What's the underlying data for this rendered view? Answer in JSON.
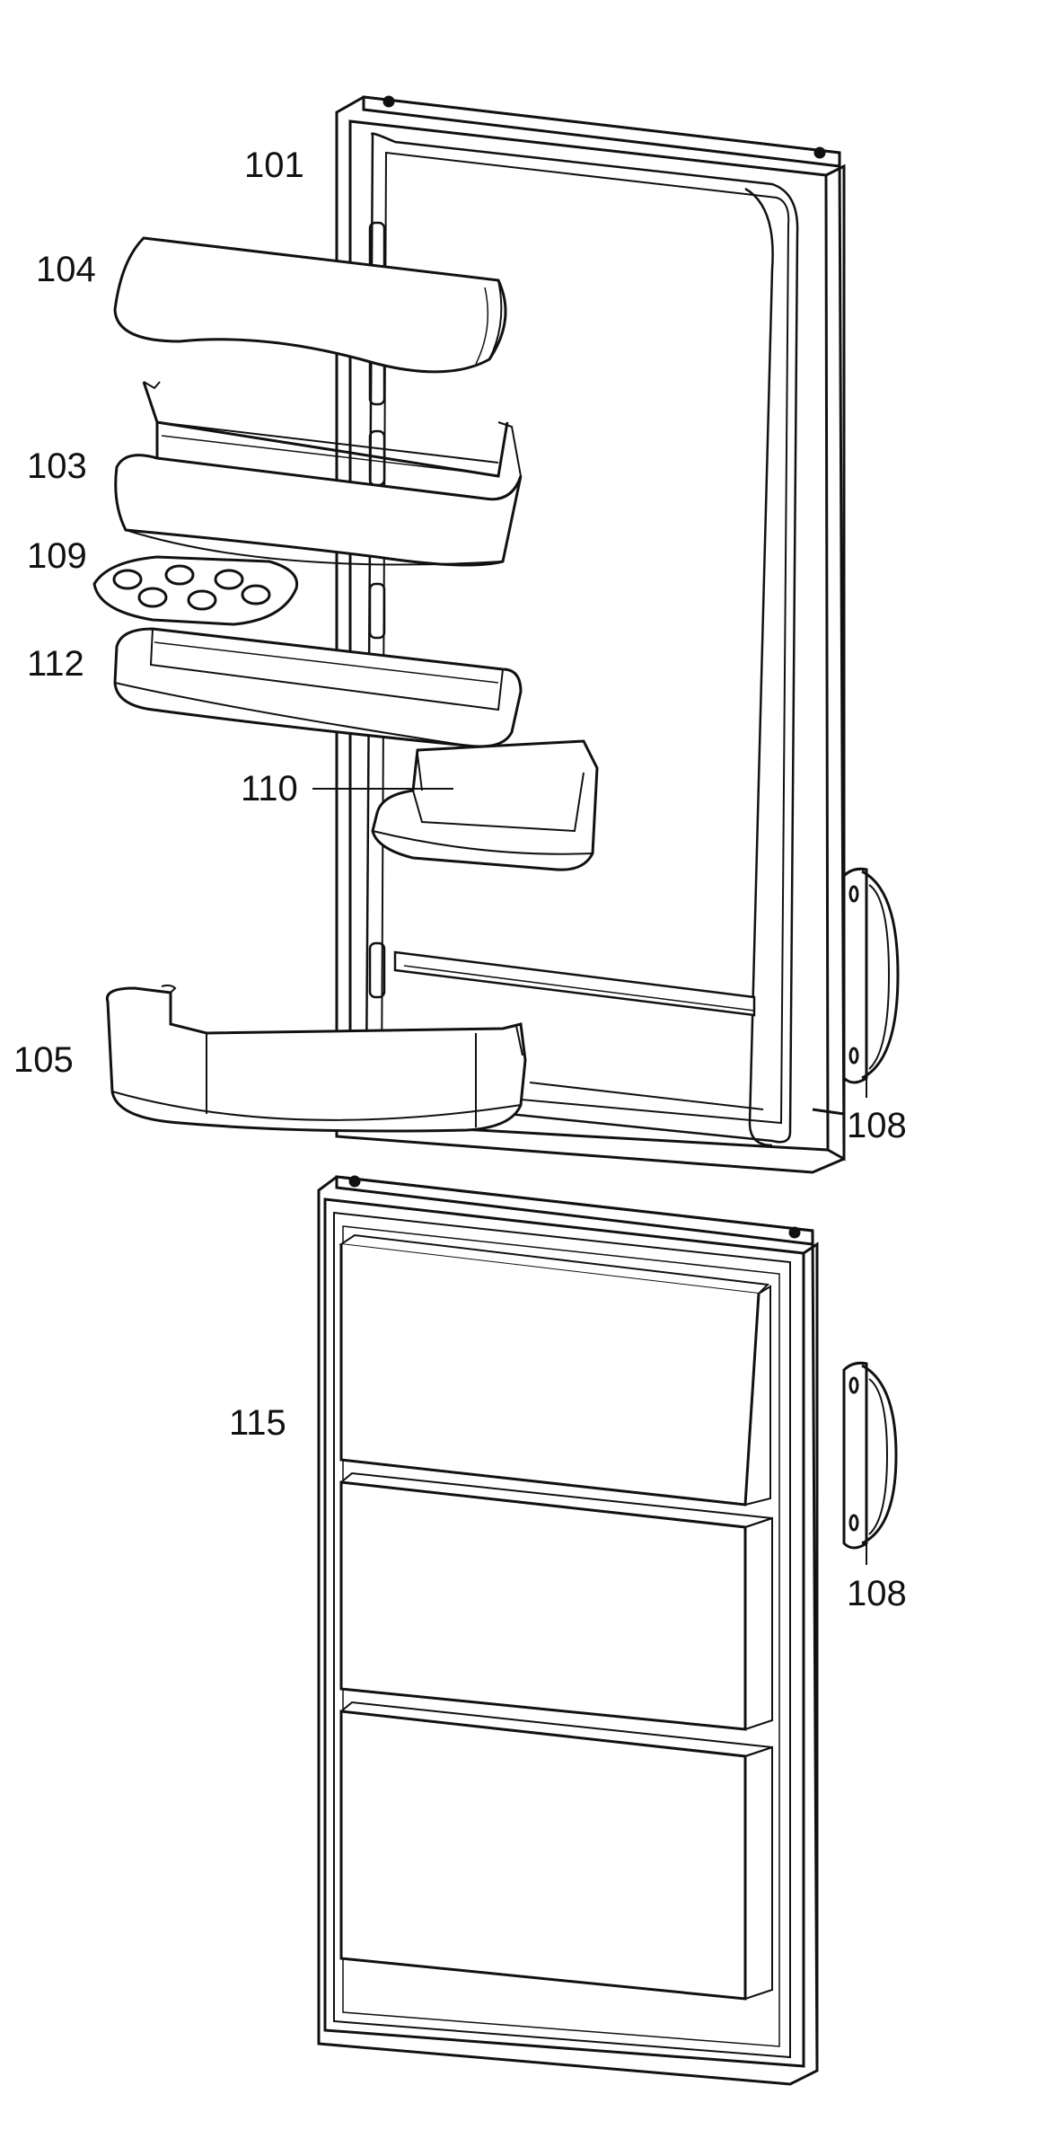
{
  "diagram": {
    "callouts": {
      "c101": "101",
      "c104": "104",
      "c103": "103",
      "c109": "109",
      "c112": "112",
      "c110": "110",
      "c105": "105",
      "c108_upper": "108",
      "c108_lower": "108",
      "c115": "115"
    },
    "line_color": "#111111",
    "part_fill": "#ffffff",
    "background": "#ffffff"
  }
}
